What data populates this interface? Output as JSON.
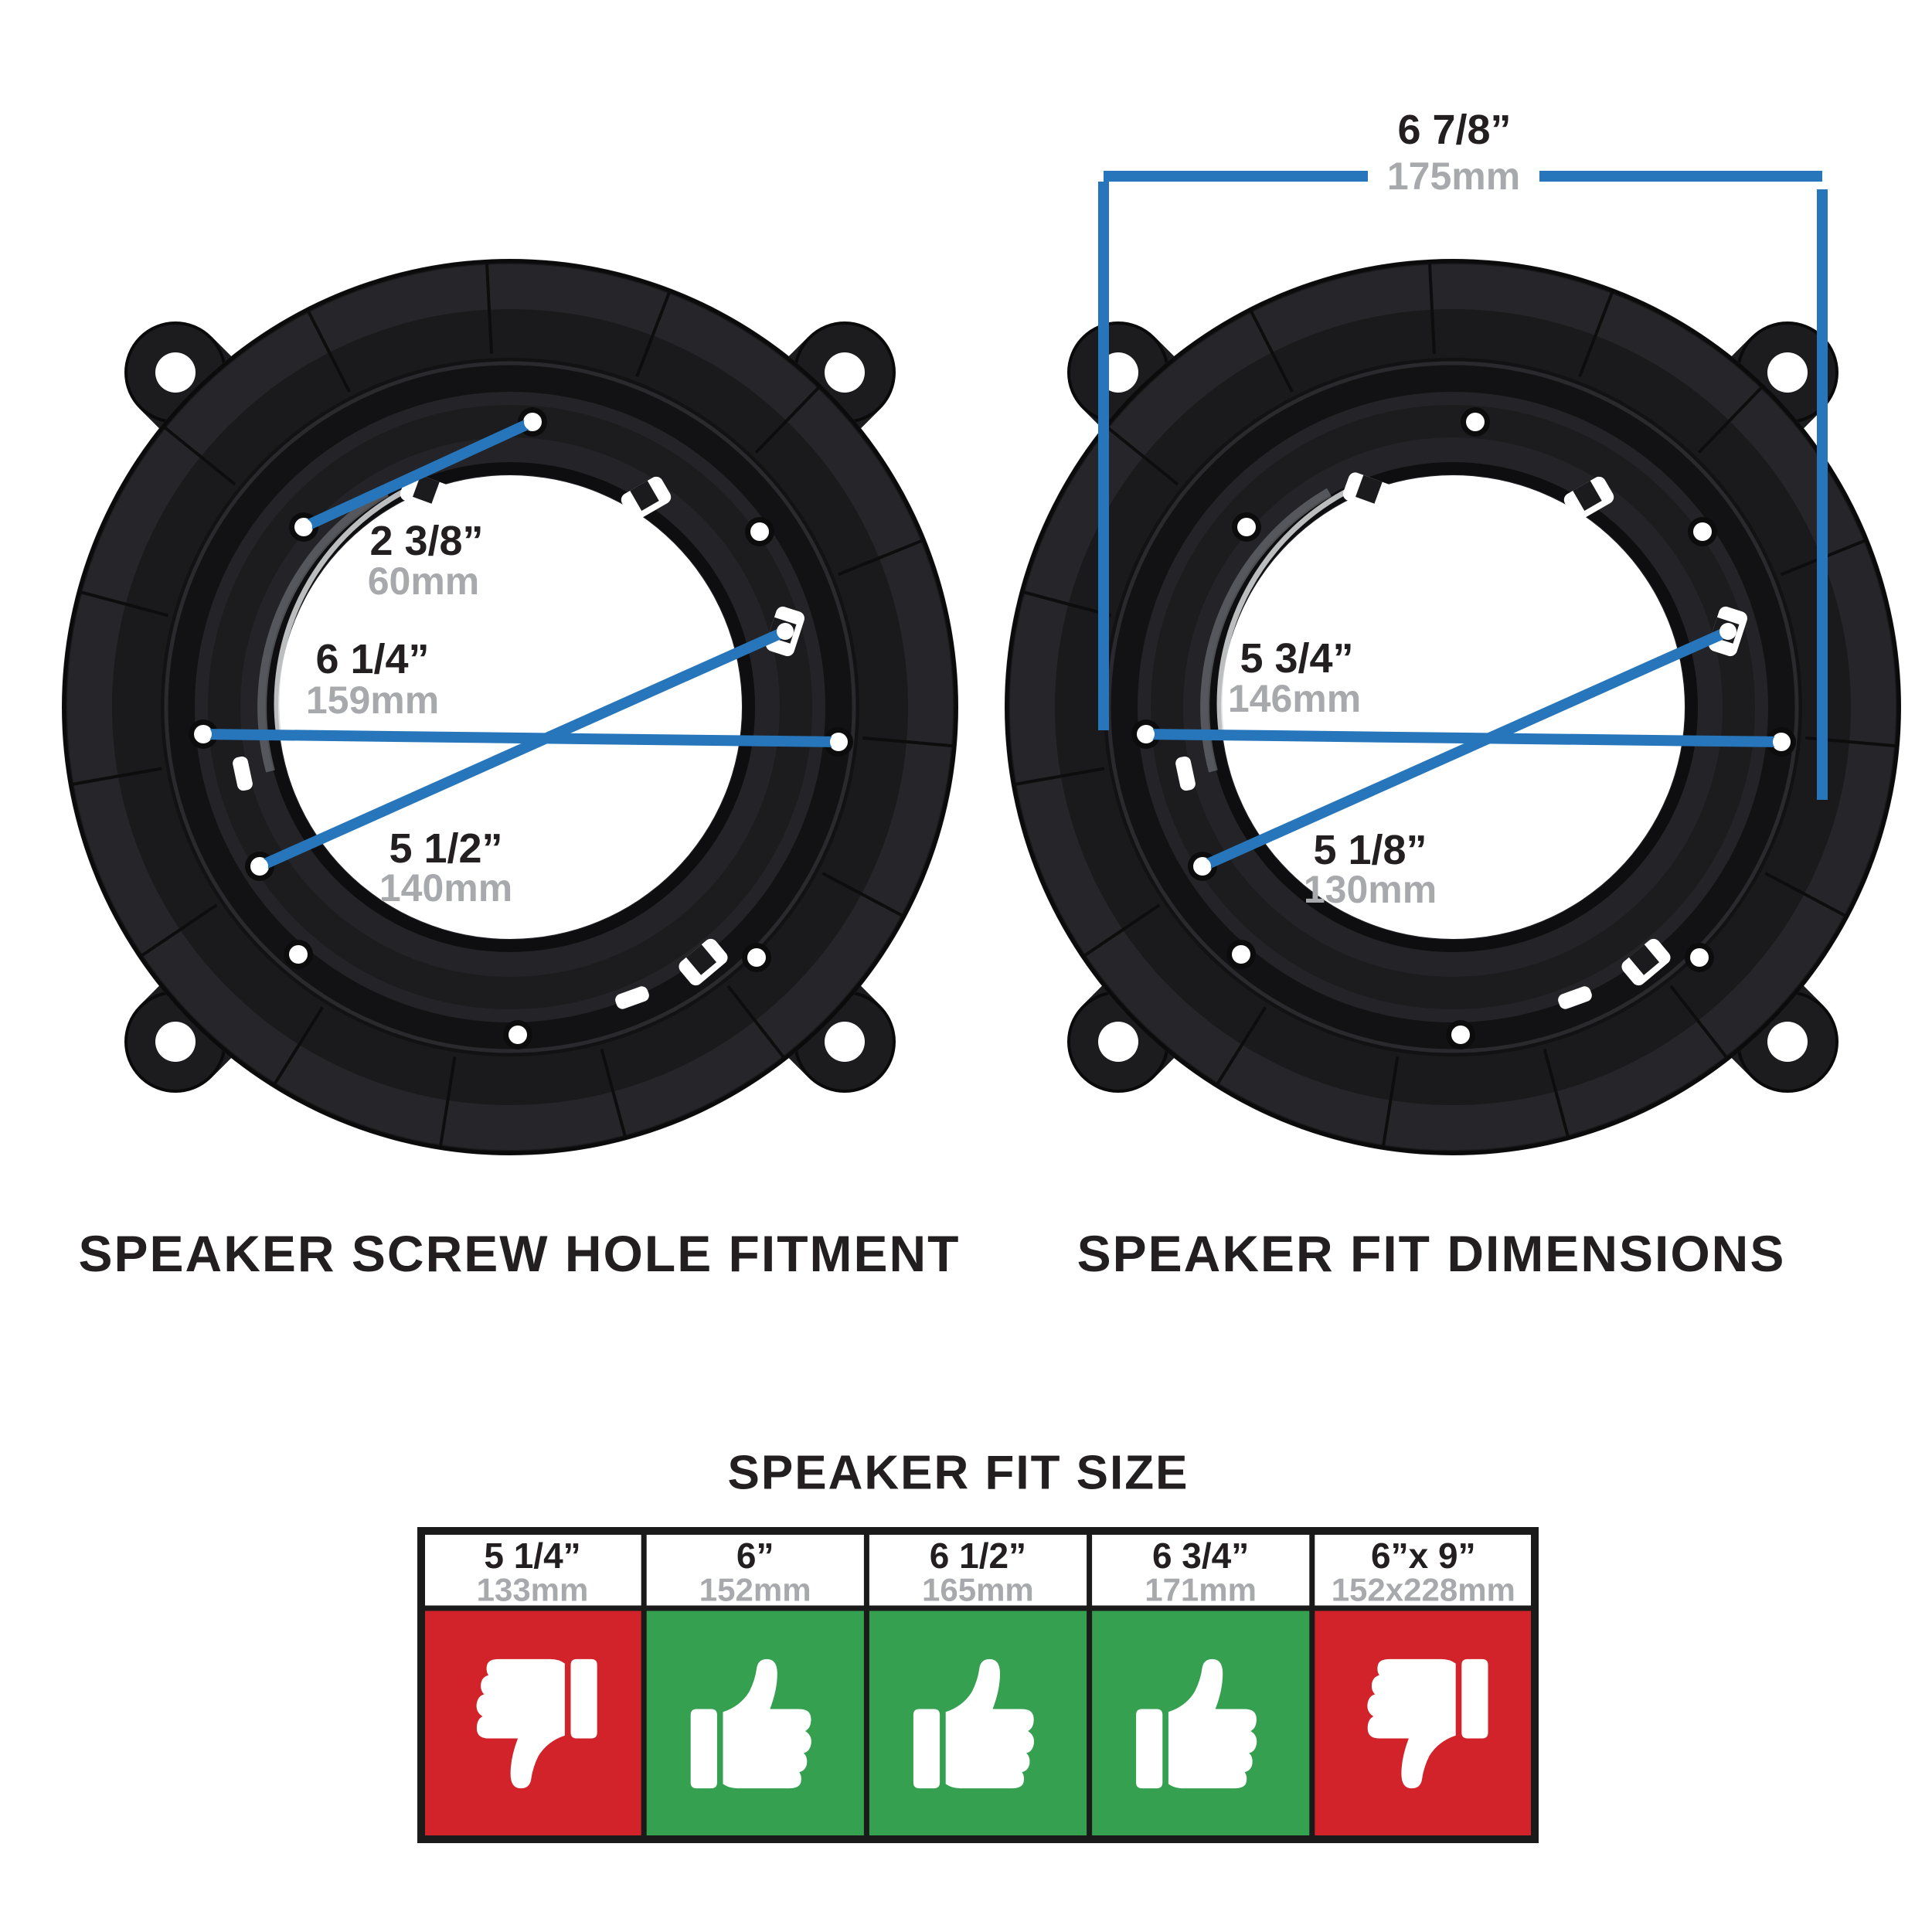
{
  "colors": {
    "dimension_blue": "#2776BC",
    "fit_yes_green": "#34A050",
    "fit_no_red": "#D2232A",
    "text_black": "#231F20",
    "text_gray": "#A7A9AC",
    "background": "#FFFFFF"
  },
  "left_diagram": {
    "caption": "SPEAKER SCREW HOLE FITMENT",
    "measurements": [
      {
        "inches": "2 3/8”",
        "mm": "60mm"
      },
      {
        "inches": "6 1/4”",
        "mm": "159mm"
      },
      {
        "inches": "5 1/2”",
        "mm": "140mm"
      }
    ]
  },
  "right_diagram": {
    "caption": "SPEAKER FIT DIMENSIONS",
    "measurements": [
      {
        "inches": "6 7/8”",
        "mm": "175mm"
      },
      {
        "inches": "5 3/4”",
        "mm": "146mm"
      },
      {
        "inches": "5 1/8”",
        "mm": "130mm"
      }
    ]
  },
  "fit_table": {
    "title": "SPEAKER FIT SIZE",
    "columns": [
      {
        "size": "5 1/4”",
        "mm": "133mm",
        "fits": false
      },
      {
        "size": "6”",
        "mm": "152mm",
        "fits": true
      },
      {
        "size": "6 1/2”",
        "mm": "165mm",
        "fits": true
      },
      {
        "size": "6 3/4”",
        "mm": "171mm",
        "fits": true
      },
      {
        "size": "6”x 9”",
        "mm": "152x228mm",
        "fits": false
      }
    ]
  }
}
